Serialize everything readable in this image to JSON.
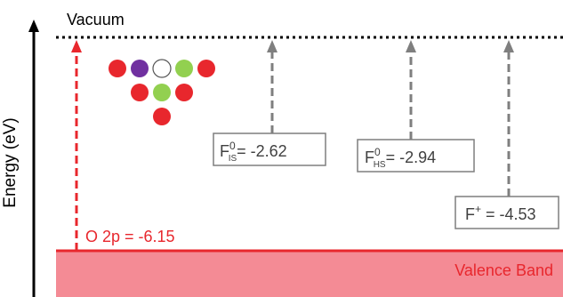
{
  "axis": {
    "label": "Energy (eV)"
  },
  "vacuum_label": "Vacuum",
  "valence_band_label": "Valence Band",
  "o2p_label": "O 2p = -6.15",
  "levels": [
    {
      "id": "F0_IS",
      "main": "F",
      "sup": "0",
      "sub": "IS",
      "value_text": "= -2.62",
      "value": -2.62
    },
    {
      "id": "F0_HS",
      "main": "F",
      "sup": "0",
      "sub": "HS",
      "value_text": "= -2.94",
      "value": -2.94
    },
    {
      "id": "Fplus",
      "main": "F",
      "sup": "+",
      "sub": "",
      "value_text": " = -4.53",
      "value": -4.53
    }
  ],
  "colors": {
    "red": "#e8272d",
    "valence_fill": "#f48b95",
    "gray_arrow": "#7f7f7f",
    "atom_red": "#e8272d",
    "atom_purple": "#7030a0",
    "atom_green": "#92d050",
    "atom_white": "#ffffff"
  },
  "atoms": [
    {
      "row": 0,
      "col": 0,
      "color": "red"
    },
    {
      "row": 0,
      "col": 1,
      "color": "purple"
    },
    {
      "row": 0,
      "col": 2,
      "color": "white"
    },
    {
      "row": 0,
      "col": 3,
      "color": "green"
    },
    {
      "row": 0,
      "col": 4,
      "color": "red"
    },
    {
      "row": 1,
      "col": 0,
      "color": "red"
    },
    {
      "row": 1,
      "col": 1,
      "color": "green"
    },
    {
      "row": 1,
      "col": 2,
      "color": "red"
    },
    {
      "row": 2,
      "col": 0,
      "color": "red"
    }
  ]
}
